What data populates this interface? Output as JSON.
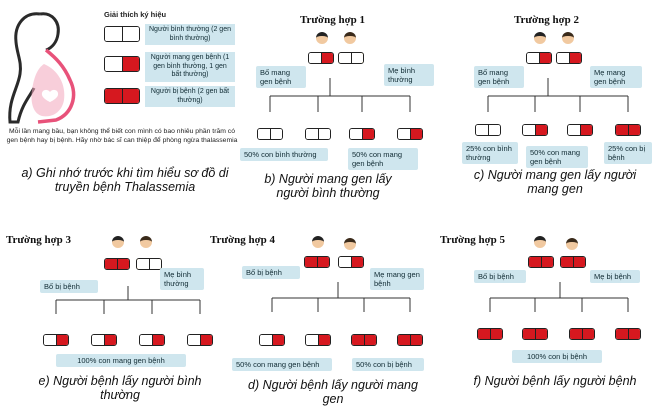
{
  "legend": {
    "title": "Giải thích ký hiệu",
    "normal": "Người bình thường (2 gen bình thường)",
    "carrier": "Người mang gen bệnh (1 gen bình thường, 1 gen bất thường)",
    "sick": "Người bị bệnh (2 gen bất thường)"
  },
  "note": "Mỗi lần mang bầu, bạn không thể biết con mình có bao nhiêu phần trăm có gen bệnh hay bị bệnh. Hãy nhờ bác sĩ can thiệp để phòng ngừa thalassemia",
  "captions": {
    "a": "a)  Ghi nhớ trước khi tìm hiểu sơ đồ di truyền bệnh Thalassemia",
    "b": "b) Người mang gen lấy người bình thường",
    "c": "c) Người mang gen lấy người mang gen",
    "d": "d) Người bệnh lấy người mang gen",
    "e": "e) Người bệnh lấy người bình thường",
    "f": "f) Người bệnh lấy người bệnh"
  },
  "cases": {
    "c1": {
      "title": "Trường hợp 1",
      "father": "Bố mang gen bệnh",
      "mother": "Mẹ bình thường",
      "r1": "50% con bình thường",
      "r2": "50% con mang gen bệnh"
    },
    "c2": {
      "title": "Trường hợp 2",
      "father": "Bố mang gen bệnh",
      "mother": "Mẹ mang gen bệnh",
      "r1": "25% con bình thường",
      "r2": "50% con mang gen bệnh",
      "r3": "25% con bị bệnh"
    },
    "c3": {
      "title": "Trường hợp 3",
      "father": "Bố bị bệnh",
      "mother": "Mẹ bình thường",
      "r1": "100% con mang gen bệnh"
    },
    "c4": {
      "title": "Trường hợp 4",
      "father": "Bố bị bệnh",
      "mother": "Mẹ mang gen bệnh",
      "r1": "50% con mang gen bệnh",
      "r2": "50% con bị bệnh"
    },
    "c5": {
      "title": "Trường hợp 5",
      "father": "Bố bị bệnh",
      "mother": "Mẹ bị bệnh",
      "r1": "100% con bị bệnh"
    }
  },
  "colors": {
    "gene_bad": "#d6181f",
    "label_bg": "#cfe6ee",
    "mother_dress": "#f2c12e",
    "pink": "#e8527a"
  }
}
